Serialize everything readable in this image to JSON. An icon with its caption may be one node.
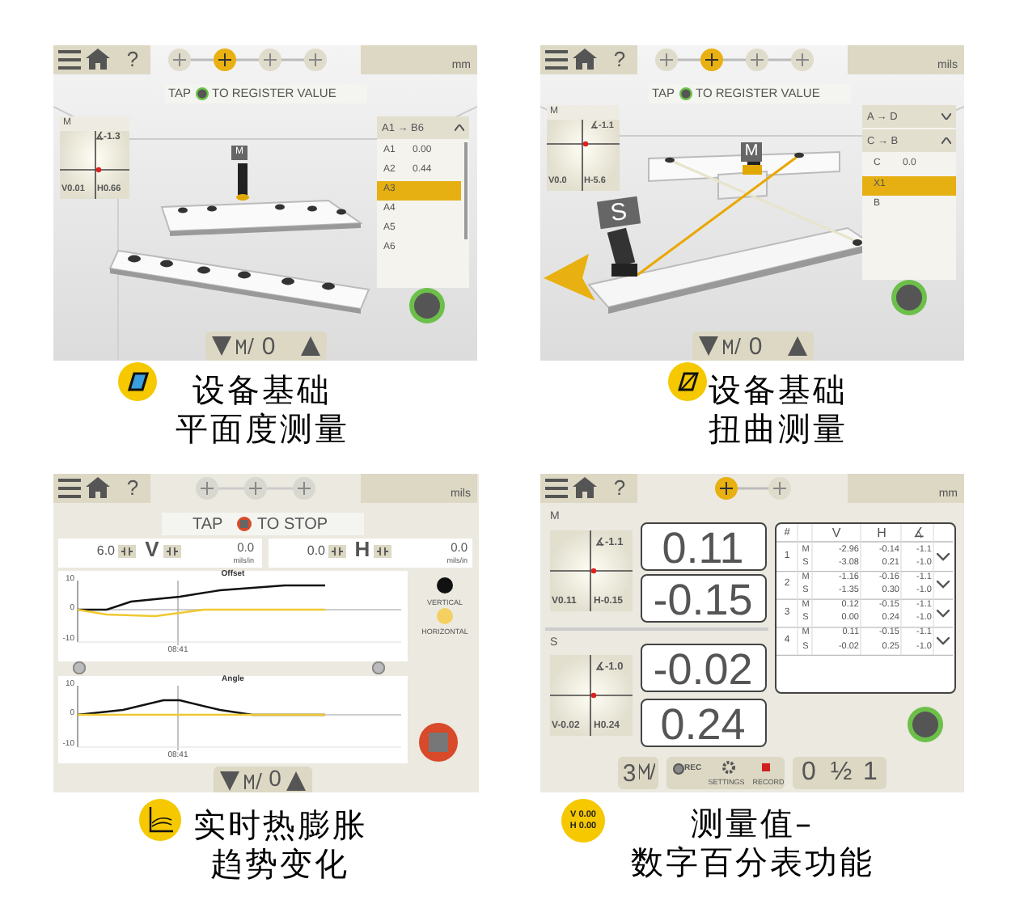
{
  "diagram": {
    "nodes": [
      {
        "text": [
          "?",
          "mm",
          "TAP",
          "TO REGISTER VALUE",
          "0"
        ]
      },
      {
        "text": [
          "M",
          "∡-1.3",
          "V0.01",
          "H0.66"
        ],
        "in": 0
      },
      {
        "text": [
          "A1 → B6",
          "A1",
          "0.00",
          "A2",
          "0.44",
          "A3",
          "A4",
          "A5",
          "A6"
        ],
        "in": 0
      },
      {
        "text": [
          "M"
        ],
        "in": 0
      },
      {
        "text": [
          "?",
          "mils",
          "TAP",
          "TO REGISTER VALUE",
          "0"
        ]
      },
      {
        "text": [
          "M",
          "∡-1.1",
          "V0.0",
          "H-5.6"
        ],
        "in": 4
      },
      {
        "text": [
          "A → D",
          "C → B",
          "C",
          "0.0",
          "X1",
          "B"
        ],
        "in": 4
      },
      {
        "text": [
          "M"
        ],
        "in": 4
      },
      {
        "text": [
          "S"
        ],
        "in": 4
      },
      {
        "text": [
          "?",
          "mils",
          "TAP",
          "TO STOP",
          "6.0",
          "V",
          "0.0",
          "mils/in",
          "0.0",
          "H",
          "0.0",
          "mils/in",
          "VERTICAL",
          "HORIZONTAL",
          "0"
        ]
      },
      {
        "text": [
          "Offset",
          "10",
          "0",
          "-10",
          "08:41"
        ],
        "in": 9
      },
      {
        "text": [
          "Angle",
          "10",
          "0",
          "-10",
          "08:41"
        ],
        "in": 9
      },
      {
        "text": [
          "?",
          "mm",
          "3",
          "REC",
          "SETTINGS",
          "RECORD",
          "0",
          "½",
          "1"
        ]
      },
      {
        "text": [
          "M",
          "∡-1.1",
          "V0.11",
          "H-0.15"
        ],
        "in": 12
      },
      {
        "text": [
          "0.11"
        ],
        "in": 12
      },
      {
        "text": [
          "-0.15"
        ],
        "in": 12
      },
      {
        "text": [
          "S",
          "∡-1.0",
          "V-0.02",
          "H0.24"
        ],
        "in": 12
      },
      {
        "text": [
          "-0.02"
        ],
        "in": 12
      },
      {
        "text": [
          "0.24"
        ],
        "in": 12
      },
      {
        "text": [
          "#",
          "V",
          "H",
          "∡",
          "1",
          "M",
          "-2.96",
          "-0.14",
          "-1.1",
          "S",
          "-3.08",
          "0.21",
          "-1.0",
          "2",
          "M",
          "-1.16",
          "-0.16",
          "-1.1",
          "S",
          "-1.35",
          "0.30",
          "-1.0",
          "3",
          "M",
          "0.12",
          "-0.15",
          "-1.1",
          "S",
          "0.00",
          "0.24",
          "-1.0",
          "4",
          "M",
          "0.11",
          "-0.15",
          "-1.1",
          "S",
          "-0.02",
          "0.25",
          "-1.0"
        ],
        "in": 12
      },
      {
        "text": [
          "V 0.00",
          "H 0.00"
        ]
      }
    ],
    "labels": [
      "设备基础平面度测量",
      "设备基础扭曲测量",
      "实时热膨胀趋势变化",
      "测量值–数字百分表功能"
    ]
  }
}
